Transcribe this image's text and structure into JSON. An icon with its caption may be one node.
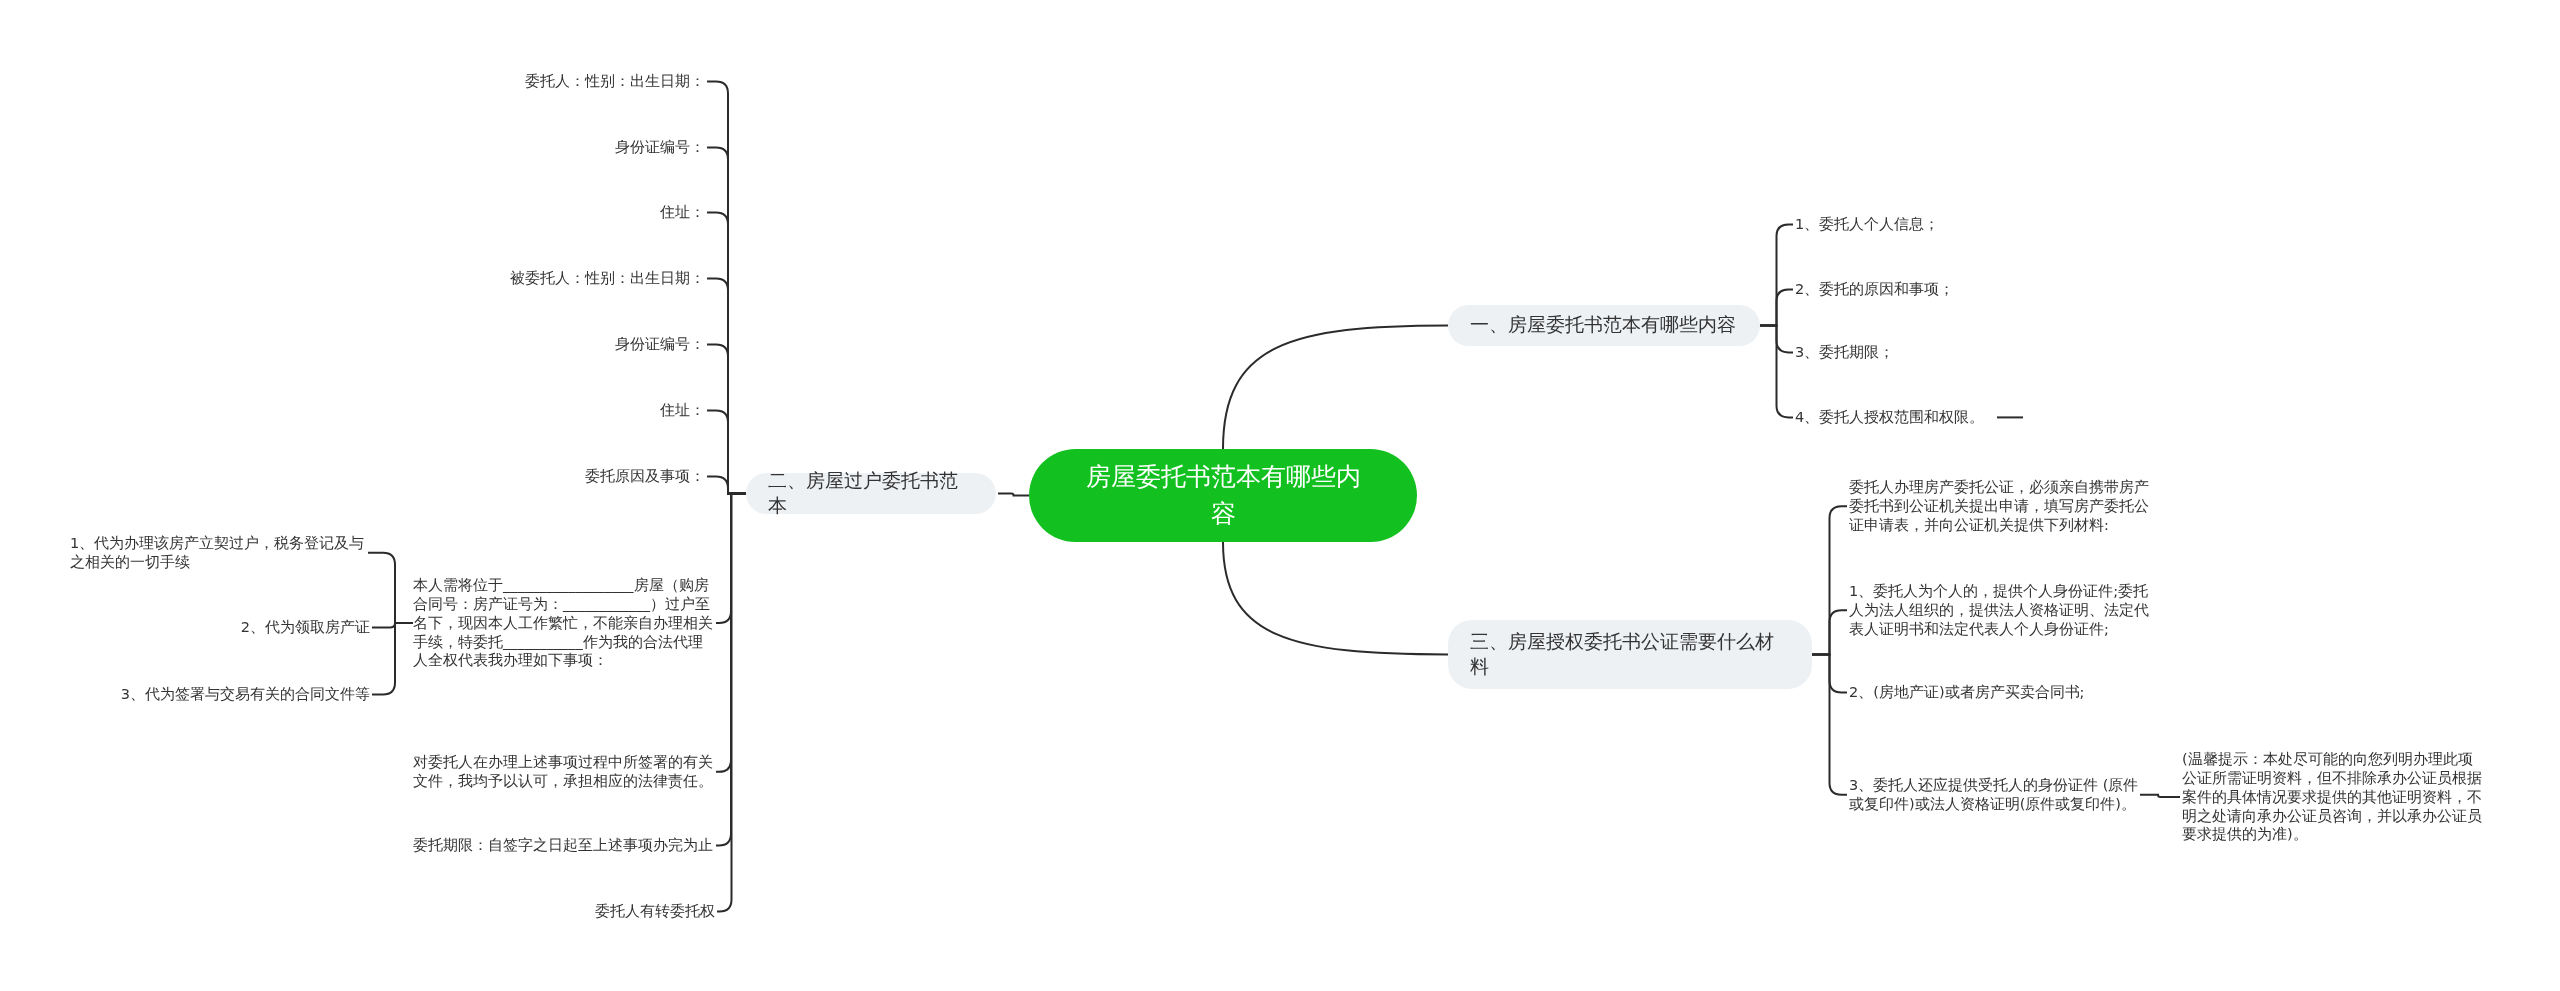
{
  "diagram": {
    "nodes": [
      {
        "text": [
          "房屋委托书范本有哪些内容"
        ]
      },
      {
        "text": [
          "一、房屋委托书范本有哪些内容"
        ]
      },
      {
        "text": [
          "1、委托人个人信息；"
        ]
      },
      {
        "text": [
          "2、委托的原因和事项；"
        ]
      },
      {
        "text": [
          "3、委托期限；"
        ]
      },
      {
        "text": [
          "4、委托人授权范围和权限。"
        ]
      },
      {
        "text": [
          "三、房屋授权委托书公证需要什么材料"
        ]
      },
      {
        "text": [
          "委托人办理房产委托公证，必须亲自携带房产委托书到公证机关提出申请，填写房产委托公证申请表，并向公证机关提供下列材料:"
        ]
      },
      {
        "text": [
          "1、委托人为个人的，提供个人身份证件;委托人为法人组织的，提供法人资格证明、法定代表人证明书和法定代表人个人身份证件;"
        ]
      },
      {
        "text": [
          "2、(房地产证)或者房产买卖合同书;"
        ]
      },
      {
        "text": [
          "3、委托人还应提供受托人的身份证件 (原件或复印件)或法人资格证明(原件或复印件)。"
        ]
      },
      {
        "text": [
          "(温馨提示：本处尽可能的向您列明办理此项公证所需证明资料，但不排除承办公证员根据案件的具体情况要求提供的其他证明资料，不明之处请向承办公证员咨询，并以承办公证员要求提供的为准)。"
        ]
      },
      {
        "text": [
          "二、房屋过户委托书范本"
        ]
      },
      {
        "text": [
          "委托人：性别：出生日期："
        ]
      },
      {
        "text": [
          "身份证编号："
        ]
      },
      {
        "text": [
          "住址："
        ]
      },
      {
        "text": [
          "被委托人：性别：出生日期："
        ]
      },
      {
        "text": [
          "身份证编号："
        ]
      },
      {
        "text": [
          "住址："
        ]
      },
      {
        "text": [
          "委托原因及事项："
        ]
      },
      {
        "text": [
          "本人需将位于__________________房屋（购房合同号：房产证号为：____________）过户至名下，现因本人工作繁忙，不能亲自办理相关手续，特委托___________作为我的合法代理人全权代表我办理如下事项："
        ]
      },
      {
        "text": [
          "1、代为办理该房产立契过户，税务登记及与之相关的一切手续"
        ]
      },
      {
        "text": [
          "2、代为领取房产证"
        ]
      },
      {
        "text": [
          "3、代为签署与交易有关的合同文件等"
        ]
      },
      {
        "text": [
          "对委托人在办理上述事项过程中所签署的有关文件，我均予以认可，承担相应的法律责任。"
        ]
      },
      {
        "text": [
          "委托期限：自签字之日起至上述事项办完为止"
        ]
      },
      {
        "text": [
          "委托人有转委托权"
        ]
      }
    ],
    "edges": [
      {
        "from": 0,
        "to": 1,
        "arrow": "none"
      },
      {
        "from": 1,
        "to": 2,
        "arrow": "none"
      },
      {
        "from": 1,
        "to": 3,
        "arrow": "none"
      },
      {
        "from": 1,
        "to": 4,
        "arrow": "none"
      },
      {
        "from": 1,
        "to": 5,
        "arrow": "none"
      },
      {
        "from": 0,
        "to": 6,
        "arrow": "none"
      },
      {
        "from": 6,
        "to": 7,
        "arrow": "none"
      },
      {
        "from": 6,
        "to": 8,
        "arrow": "none"
      },
      {
        "from": 6,
        "to": 9,
        "arrow": "none"
      },
      {
        "from": 6,
        "to": 10,
        "arrow": "none"
      },
      {
        "from": 10,
        "to": 11,
        "arrow": "none"
      },
      {
        "from": 0,
        "to": 12,
        "arrow": "none"
      },
      {
        "from": 12,
        "to": 13,
        "arrow": "none"
      },
      {
        "from": 12,
        "to": 14,
        "arrow": "none"
      },
      {
        "from": 12,
        "to": 15,
        "arrow": "none"
      },
      {
        "from": 12,
        "to": 16,
        "arrow": "none"
      },
      {
        "from": 12,
        "to": 17,
        "arrow": "none"
      },
      {
        "from": 12,
        "to": 18,
        "arrow": "none"
      },
      {
        "from": 12,
        "to": 19,
        "arrow": "none"
      },
      {
        "from": 12,
        "to": 20,
        "arrow": "none"
      },
      {
        "from": 20,
        "to": 21,
        "arrow": "none"
      },
      {
        "from": 20,
        "to": 22,
        "arrow": "none"
      },
      {
        "from": 20,
        "to": 23,
        "arrow": "none"
      },
      {
        "from": 12,
        "to": 24,
        "arrow": "none"
      },
      {
        "from": 12,
        "to": 25,
        "arrow": "none"
      },
      {
        "from": 12,
        "to": 26,
        "arrow": "none"
      }
    ]
  }
}
